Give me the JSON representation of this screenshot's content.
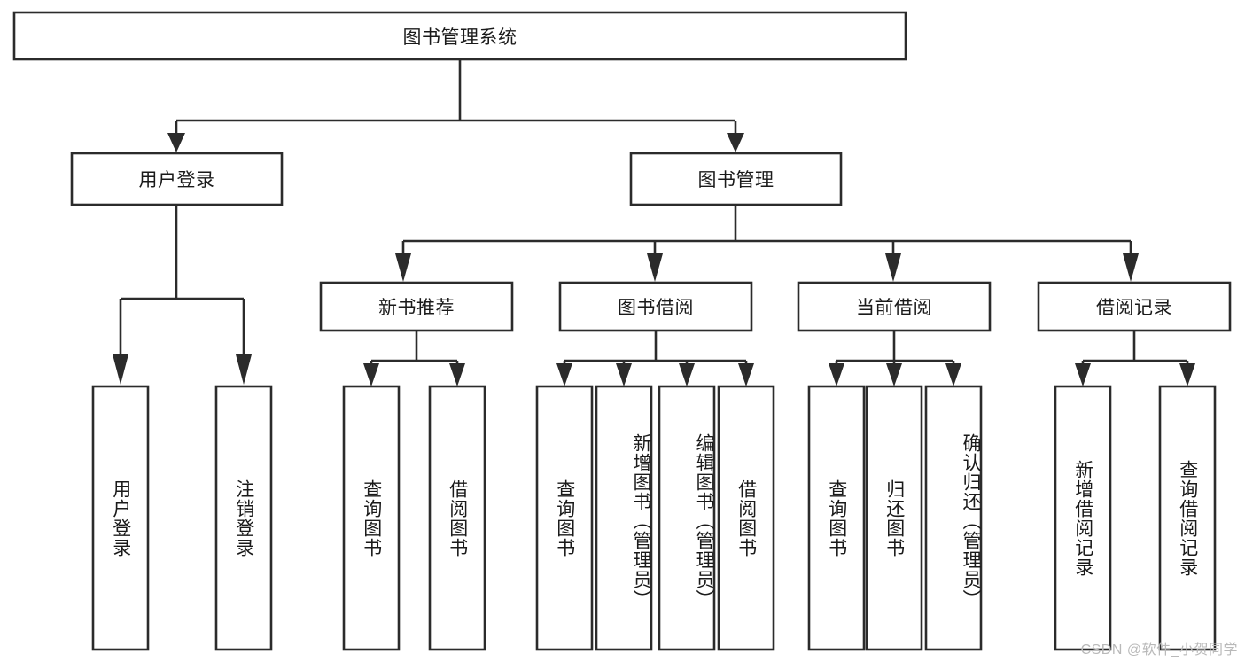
{
  "diagram": {
    "type": "tree-hierarchy",
    "title": "图书管理系统",
    "orientation": "top-down",
    "colors": {
      "box_stroke": "#2b2b2b",
      "box_fill": "#ffffff",
      "connector": "#2b2b2b",
      "background": "#ffffff",
      "watermark": "#b9b9b9"
    },
    "root": {
      "id": "root",
      "label": "图书管理系统"
    },
    "level2": [
      {
        "id": "user-login",
        "label": "用户登录"
      },
      {
        "id": "book-manage",
        "label": "图书管理"
      }
    ],
    "level3": [
      {
        "id": "new-book-recommend",
        "label": "新书推荐",
        "parent": "book-manage"
      },
      {
        "id": "book-borrow",
        "label": "图书借阅",
        "parent": "book-manage"
      },
      {
        "id": "current-borrow",
        "label": "当前借阅",
        "parent": "book-manage"
      },
      {
        "id": "borrow-record",
        "label": "借阅记录",
        "parent": "book-manage"
      }
    ],
    "leaves": [
      {
        "id": "leaf-user-login",
        "label": "用户登录",
        "parent": "user-login"
      },
      {
        "id": "leaf-logout",
        "label": "注销登录",
        "parent": "user-login"
      },
      {
        "id": "leaf-query-book-1",
        "label": "查询图书",
        "parent": "new-book-recommend"
      },
      {
        "id": "leaf-borrow-book-1",
        "label": "借阅图书",
        "parent": "new-book-recommend"
      },
      {
        "id": "leaf-query-book-2",
        "label": "查询图书",
        "parent": "book-borrow"
      },
      {
        "id": "leaf-add-book",
        "label": "新增图书（管理员）",
        "parent": "book-borrow"
      },
      {
        "id": "leaf-edit-book",
        "label": "编辑图书（管理员）",
        "parent": "book-borrow"
      },
      {
        "id": "leaf-borrow-book-2",
        "label": "借阅图书",
        "parent": "book-borrow"
      },
      {
        "id": "leaf-query-book-3",
        "label": "查询图书",
        "parent": "current-borrow"
      },
      {
        "id": "leaf-return-book",
        "label": "归还图书",
        "parent": "current-borrow"
      },
      {
        "id": "leaf-confirm-return",
        "label": "确认归还（管理员）",
        "parent": "current-borrow"
      },
      {
        "id": "leaf-add-record",
        "label": "新增借阅记录",
        "parent": "borrow-record"
      },
      {
        "id": "leaf-query-record",
        "label": "查询借阅记录",
        "parent": "borrow-record"
      }
    ]
  },
  "watermark": {
    "text": "CSDN @软件_小贺同学"
  }
}
